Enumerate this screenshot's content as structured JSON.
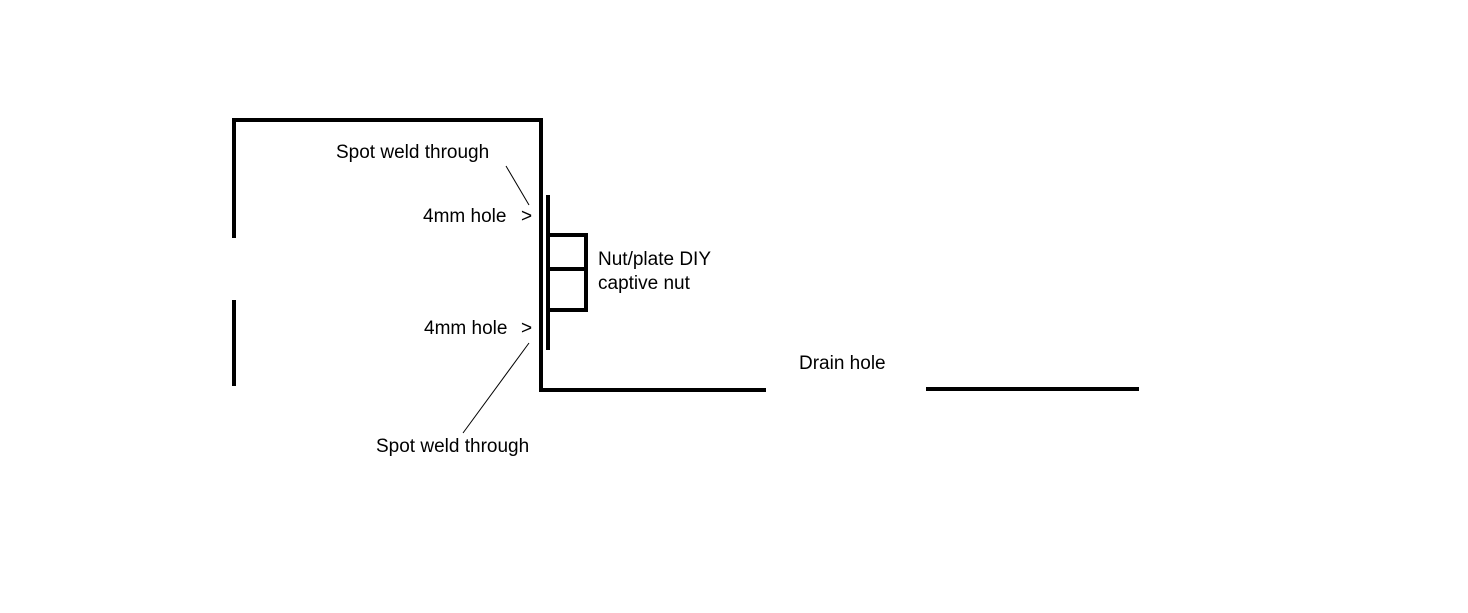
{
  "labels": {
    "spot_weld_top": "Spot weld through",
    "hole_top": "4mm hole",
    "hole_top_marker": ">",
    "nut_line1": "Nut/plate DIY",
    "nut_line2": "captive nut",
    "hole_bottom": "4mm hole",
    "hole_bottom_marker": ">",
    "drain_hole": "Drain hole",
    "spot_weld_bottom": "Spot weld through"
  },
  "colors": {
    "background": "#ffffff",
    "ink": "#000000"
  }
}
